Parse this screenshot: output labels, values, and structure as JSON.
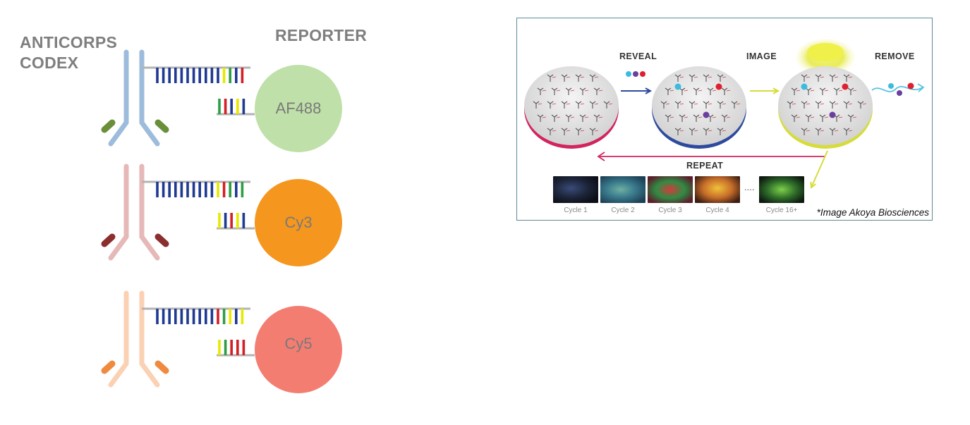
{
  "headings": {
    "antibody_line1": "ANTICORPS",
    "antibody_line2": "CODEX",
    "reporter": "REPORTER"
  },
  "constructs": [
    {
      "reporter": "AF488",
      "antibody_color": "#9dbcdc",
      "fab_tip_color": "#6a8f3a",
      "reporter_color": "#bfe0a8",
      "barcode_colors": [
        "#1f3a93",
        "#1f3a93",
        "#1f3a93",
        "#1f3a93",
        "#1f3a93",
        "#1f3a93",
        "#1f3a93",
        "#1f3a93",
        "#1f3a93",
        "#1f3a93",
        "#1f3a93",
        "#e8e800",
        "#2e9e44",
        "#1f3a93",
        "#d32027"
      ],
      "reporter_barcode_colors": [
        "#2e9e44",
        "#d32027",
        "#1f3a93",
        "#e8e800",
        "#1f3a93"
      ]
    },
    {
      "reporter": "Cy3",
      "antibody_color": "#e6b8b8",
      "fab_tip_color": "#8b2e2e",
      "reporter_color": "#f5961e",
      "barcode_colors": [
        "#1f3a93",
        "#1f3a93",
        "#1f3a93",
        "#1f3a93",
        "#1f3a93",
        "#1f3a93",
        "#1f3a93",
        "#1f3a93",
        "#1f3a93",
        "#1f3a93",
        "#e8e800",
        "#d32027",
        "#2e9e44",
        "#1f3a93",
        "#2e9e44"
      ],
      "reporter_barcode_colors": [
        "#e8e800",
        "#1f3a93",
        "#d32027",
        "#e8e800",
        "#1f3a93"
      ]
    },
    {
      "reporter": "Cy5",
      "antibody_color": "#fbd1b4",
      "fab_tip_color": "#f08a3e",
      "reporter_color": "#f47d72",
      "barcode_colors": [
        "#1f3a93",
        "#1f3a93",
        "#1f3a93",
        "#1f3a93",
        "#1f3a93",
        "#1f3a93",
        "#1f3a93",
        "#1f3a93",
        "#1f3a93",
        "#1f3a93",
        "#d32027",
        "#2e9e44",
        "#e8e800",
        "#1f3a93",
        "#e8e800"
      ],
      "reporter_barcode_colors": [
        "#e8e800",
        "#2e9e44",
        "#d32027",
        "#d32027",
        "#d32027"
      ]
    }
  ],
  "akoya": {
    "steps": {
      "reveal": "REVEAL",
      "image": "IMAGE",
      "remove": "REMOVE",
      "repeat": "REPEAT"
    },
    "cycles": [
      "Cycle 1",
      "Cycle 2",
      "Cycle 3",
      "Cycle 4",
      "Cycle 16+"
    ],
    "ellipsis": "....",
    "credit": "*Image Akoya Biosciences",
    "colors": {
      "reveal_arrow": "#2e4a9e",
      "image_arrow": "#d6dc3a",
      "remove_arrow": "#56c2e0",
      "repeat_arrow": "#d2245e",
      "disc1_base": "#d2245e",
      "disc2_base": "#2e4a9e",
      "disc3_base": "#d6dc3a",
      "dot_cyan": "#3bbbe0",
      "dot_purple": "#6b3fa0",
      "dot_red": "#e0202e"
    }
  }
}
